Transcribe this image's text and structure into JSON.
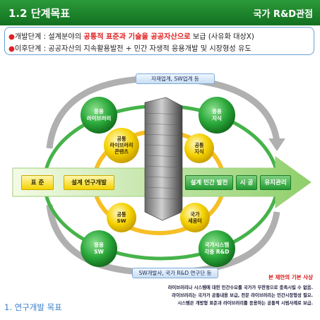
{
  "header": {
    "title": "1.2 단계목표",
    "right": "국가 R&D관점"
  },
  "goals": {
    "line1": {
      "prefix": "개발단계 : 설계분야의 ",
      "highlight": "공통적 표준과 기술을 공공자산으로",
      "suffix": " 보급 (사유화 대상X)"
    },
    "line2": {
      "text": "이후단계 : 공공자산의 지속활용발전 + 민간 자생적 응용개발 및 시장형성 유도"
    }
  },
  "diagram": {
    "top_tag": "자재업계, SW업계 등",
    "bottom_tag": "SW개발사, 국가 R&D 연구단 등",
    "green_circles": {
      "top_left": [
        "응용",
        "라이브러리"
      ],
      "top_right": [
        "응용",
        "지식"
      ],
      "bottom_left": [
        "응용",
        "SW"
      ],
      "bottom_right": [
        "국가시스템",
        "각종 R&D"
      ]
    },
    "yellow_circles": {
      "top_left": [
        "공통",
        "라이브러리",
        "콘텐츠"
      ],
      "top_right": [
        "공통",
        "지식"
      ],
      "bottom_left": [
        "공통",
        "SW"
      ],
      "bottom_right": [
        "국가",
        "세움터"
      ]
    },
    "boxes": {
      "standard": "표 준",
      "design_dev": "설계 연구개발",
      "private_dev": "설계 민간 발전",
      "market": "시 공",
      "maintenance": "유지관리"
    },
    "colors": {
      "green": "#2aa83a",
      "yellow": "#f5d200",
      "arrow": "#9fd47a"
    }
  },
  "caption": "본 제안의 기본 사상",
  "notes": [
    "라이브러리나 시스템에 대한 민간수요를 국가가 무한정으로 충족시킬 수 없음.",
    "라이브러리는 국가가 공통내용 보급, 전문 라이브러리는 민간시장형성 필요.",
    "시스템은 개방형 표준과 라이브러리를 응용하는 공통적 시범사례로 보급."
  ],
  "footer": "1. 연구개발 목표"
}
